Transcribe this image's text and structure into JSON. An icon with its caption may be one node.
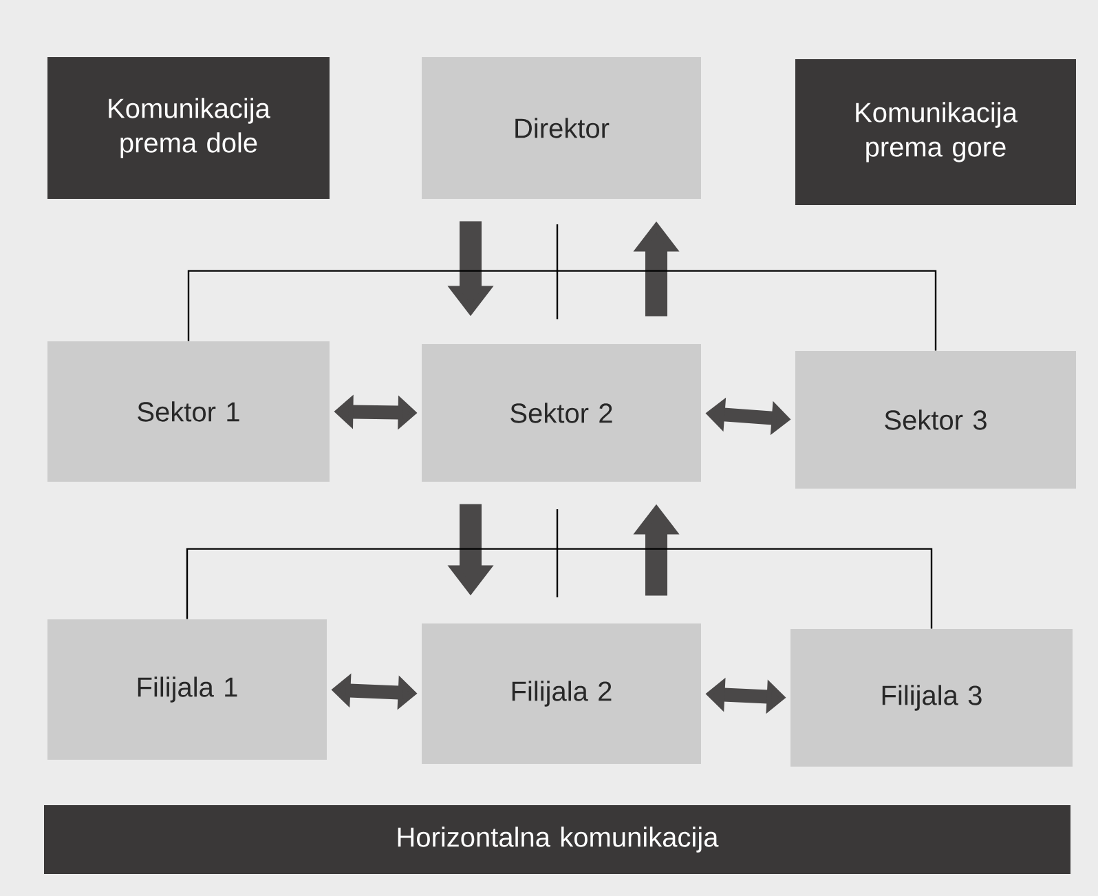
{
  "diagram": {
    "nodes": [
      {
        "text": [
          "Komunikacija prema dole"
        ]
      },
      {
        "text": [
          "Direktor"
        ]
      },
      {
        "text": [
          "Komunikacija prema gore"
        ]
      },
      {
        "text": [
          "Sektor 1"
        ]
      },
      {
        "text": [
          "Sektor 2"
        ]
      },
      {
        "text": [
          "Sektor 3"
        ]
      },
      {
        "text": [
          "Filijala 1"
        ]
      },
      {
        "text": [
          "Filijala 2"
        ]
      },
      {
        "text": [
          "Filijala 3"
        ]
      },
      {
        "text": [
          "Horizontalna komunikacija"
        ]
      }
    ],
    "edges": [
      {
        "from": 1,
        "to": 4,
        "arrow": "to"
      },
      {
        "from": 4,
        "to": 1,
        "arrow": "to"
      },
      {
        "from": 3,
        "to": 5,
        "arrow": "none"
      },
      {
        "from": 3,
        "to": 4,
        "arrow": "both"
      },
      {
        "from": 4,
        "to": 5,
        "arrow": "both"
      },
      {
        "from": 4,
        "to": 7,
        "arrow": "to"
      },
      {
        "from": 7,
        "to": 4,
        "arrow": "to"
      },
      {
        "from": 6,
        "to": 8,
        "arrow": "none"
      },
      {
        "from": 6,
        "to": 7,
        "arrow": "both"
      },
      {
        "from": 7,
        "to": 8,
        "arrow": "both"
      }
    ]
  }
}
